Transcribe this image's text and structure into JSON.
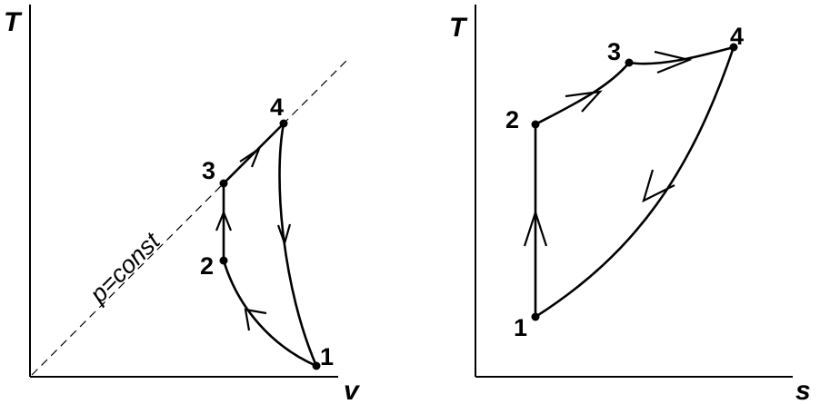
{
  "left_diagram": {
    "y_axis_label": "T",
    "x_axis_label": "v",
    "isobar_label": "p=const",
    "points": [
      "1",
      "2",
      "3",
      "4"
    ]
  },
  "right_diagram": {
    "y_axis_label": "T",
    "x_axis_label": "s",
    "points": [
      "1",
      "2",
      "3",
      "4"
    ]
  },
  "colors": {
    "ink": "#000000",
    "background": "#ffffff"
  }
}
